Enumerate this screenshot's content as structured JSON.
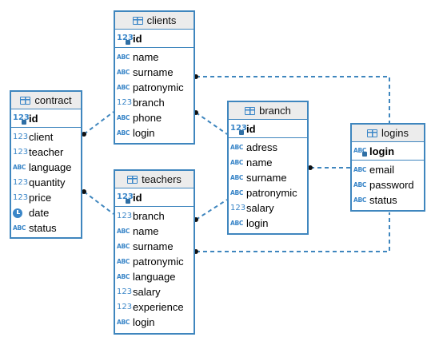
{
  "tables": {
    "clients": {
      "title": "clients",
      "pk": {
        "name": "id",
        "icon": "number-key-icon"
      },
      "columns": [
        {
          "name": "name",
          "icon": "text-icon"
        },
        {
          "name": "surname",
          "icon": "text-icon"
        },
        {
          "name": "patronymic",
          "icon": "text-icon"
        },
        {
          "name": "branch",
          "icon": "number-icon"
        },
        {
          "name": "phone",
          "icon": "text-icon"
        },
        {
          "name": "login",
          "icon": "text-icon"
        }
      ]
    },
    "contract": {
      "title": "contract",
      "pk": {
        "name": "id",
        "icon": "number-key-icon"
      },
      "columns": [
        {
          "name": "client",
          "icon": "number-icon"
        },
        {
          "name": "teacher",
          "icon": "number-icon"
        },
        {
          "name": "language",
          "icon": "text-icon"
        },
        {
          "name": "quantity",
          "icon": "number-icon"
        },
        {
          "name": "price",
          "icon": "number-icon"
        },
        {
          "name": "date",
          "icon": "clock-icon"
        },
        {
          "name": "status",
          "icon": "text-icon"
        }
      ]
    },
    "teachers": {
      "title": "teachers",
      "pk": {
        "name": "id",
        "icon": "number-key-icon"
      },
      "columns": [
        {
          "name": "branch",
          "icon": "number-icon"
        },
        {
          "name": "name",
          "icon": "text-icon"
        },
        {
          "name": "surname",
          "icon": "text-icon"
        },
        {
          "name": "patronymic",
          "icon": "text-icon"
        },
        {
          "name": "language",
          "icon": "text-icon"
        },
        {
          "name": "salary",
          "icon": "number-icon"
        },
        {
          "name": "experience",
          "icon": "number-icon"
        },
        {
          "name": "login",
          "icon": "text-icon"
        }
      ]
    },
    "branch": {
      "title": "branch",
      "pk": {
        "name": "id",
        "icon": "number-key-icon"
      },
      "columns": [
        {
          "name": "adress",
          "icon": "text-icon"
        },
        {
          "name": "name",
          "icon": "text-icon"
        },
        {
          "name": "surname",
          "icon": "text-icon"
        },
        {
          "name": "patronymic",
          "icon": "text-icon"
        },
        {
          "name": "salary",
          "icon": "number-icon"
        },
        {
          "name": "login",
          "icon": "text-icon"
        }
      ]
    },
    "logins": {
      "title": "logins",
      "pk": {
        "name": "login",
        "icon": "text-key-icon"
      },
      "columns": [
        {
          "name": "email",
          "icon": "text-icon"
        },
        {
          "name": "password",
          "icon": "text-icon"
        },
        {
          "name": "status",
          "icon": "text-icon"
        }
      ]
    }
  },
  "icon_glyphs": {
    "number": "123",
    "text": "ABC"
  },
  "colors": {
    "accent": "#3f86be",
    "header_bg": "#ececec",
    "line": "#3f86be",
    "endpoint": "#111111"
  }
}
